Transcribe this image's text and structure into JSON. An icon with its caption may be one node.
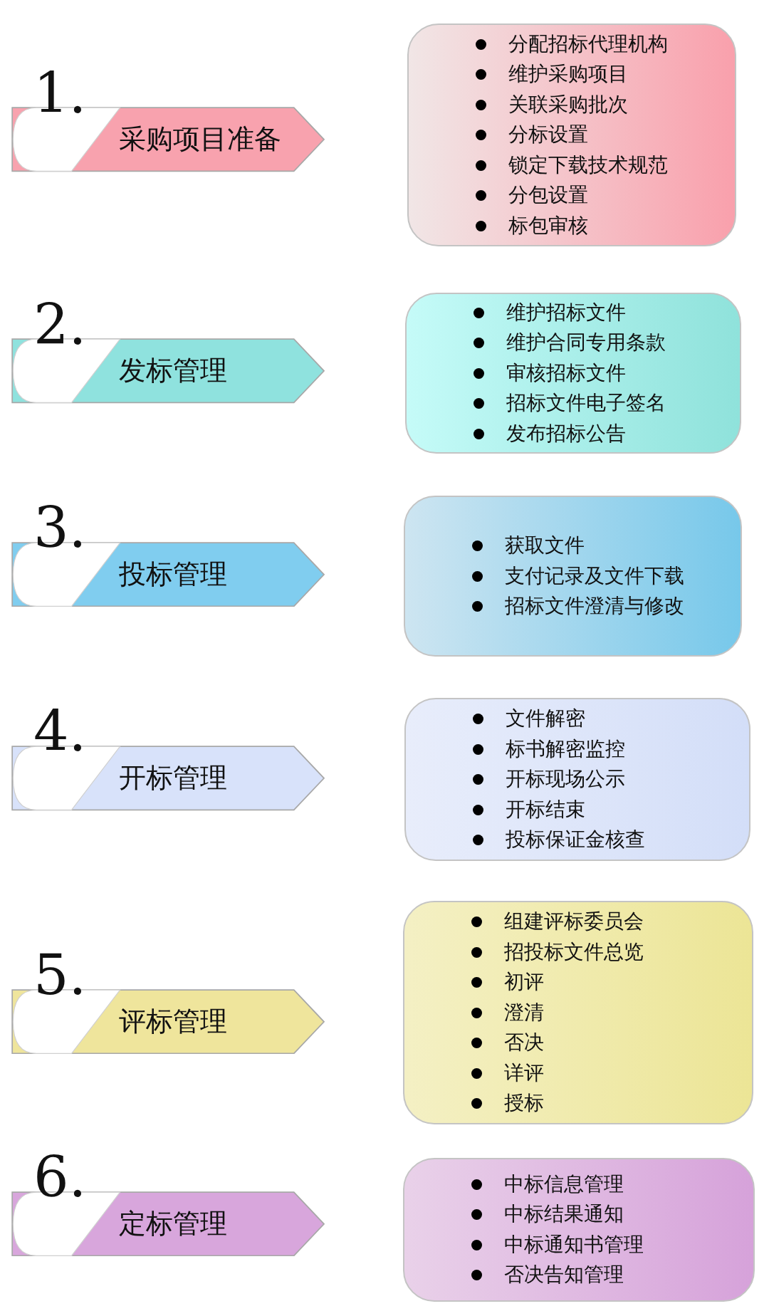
{
  "diagram": {
    "nodes": [
      {
        "text": [
          "1.",
          "采购项目准备"
        ]
      },
      {
        "text": [
          "分配招标代理机构",
          "维护采购项目",
          "关联采购批次",
          "分标设置",
          "锁定下载技术规范",
          "分包设置",
          "标包审核"
        ]
      },
      {
        "text": [
          "2.",
          "发标管理"
        ]
      },
      {
        "text": [
          "维护招标文件",
          "维护合同专用条款",
          "审核招标文件",
          "招标文件电子签名",
          "发布招标公告"
        ]
      },
      {
        "text": [
          "3.",
          "投标管理"
        ]
      },
      {
        "text": [
          "获取文件",
          "支付记录及文件下载",
          "招标文件澄清与修改"
        ]
      },
      {
        "text": [
          "4.",
          "开标管理"
        ]
      },
      {
        "text": [
          "文件解密",
          "标书解密监控",
          "开标现场公示",
          "开标结束",
          "投标保证金核查"
        ]
      },
      {
        "text": [
          "5.",
          "评标管理"
        ]
      },
      {
        "text": [
          "组建评标委员会",
          "招投标文件总览",
          "初评",
          "澄清",
          "否决",
          "详评",
          "授标"
        ]
      },
      {
        "text": [
          "6.",
          "定标管理"
        ]
      },
      {
        "text": [
          "中标信息管理",
          "中标结果通知",
          "中标通知书管理",
          "否决告知管理"
        ]
      }
    ]
  }
}
